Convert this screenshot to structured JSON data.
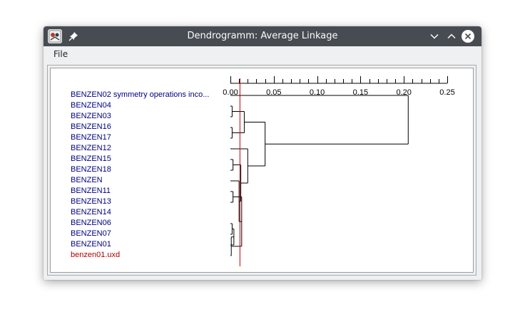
{
  "window": {
    "title": "Dendrogramm: Average Linkage",
    "icons": {
      "app": "app-logo-icon",
      "pin": "pin-icon",
      "minimize": "chevron-down-icon",
      "maximize": "chevron-up-icon",
      "close": "close-icon"
    }
  },
  "menu": {
    "file_label": "File"
  },
  "colors": {
    "titlebar": "#474c52",
    "label_blue": "#000080",
    "label_red": "#b00000",
    "cut_line": "#c00000",
    "tree_line": "#000000"
  },
  "chart_data": {
    "type": "dendrogram",
    "linkage": "Average Linkage",
    "axis": {
      "ticks": [
        0.0,
        0.05,
        0.1,
        0.15,
        0.2,
        0.25
      ],
      "tick_labels": [
        "0.00",
        "0.05",
        "0.10",
        "0.15",
        "0.20",
        "0.25"
      ],
      "minor_step": 0.01,
      "range": [
        0,
        0.25
      ]
    },
    "cut_height": 0.011,
    "leaves": [
      {
        "label": "BENZEN02 symmetry operations inco...",
        "highlight": false
      },
      {
        "label": "BENZEN04",
        "highlight": false
      },
      {
        "label": "BENZEN03",
        "highlight": false
      },
      {
        "label": "BENZEN16",
        "highlight": false
      },
      {
        "label": "BENZEN17",
        "highlight": false
      },
      {
        "label": "BENZEN12",
        "highlight": false
      },
      {
        "label": "BENZEN15",
        "highlight": false
      },
      {
        "label": "BENZEN18",
        "highlight": false
      },
      {
        "label": "BENZEN",
        "highlight": false
      },
      {
        "label": "BENZEN11",
        "highlight": false
      },
      {
        "label": "BENZEN13",
        "highlight": false
      },
      {
        "label": "BENZEN14",
        "highlight": false
      },
      {
        "label": "BENZEN06",
        "highlight": false
      },
      {
        "label": "BENZEN07",
        "highlight": false
      },
      {
        "label": "BENZEN01",
        "highlight": false
      },
      {
        "label": "benzen01.uxd",
        "highlight": true
      }
    ],
    "merges": [
      {
        "a": 1,
        "b": 2,
        "h": 0.002
      },
      {
        "a": 3,
        "b": 4,
        "h": 0.002
      },
      {
        "a": -1,
        "b": -2,
        "h": 0.016
      },
      {
        "a": 6,
        "b": 7,
        "h": 0.003
      },
      {
        "a": 9,
        "b": 10,
        "h": 0.003
      },
      {
        "a": 12,
        "b": 13,
        "h": 0.002
      },
      {
        "a": -6,
        "b": 14,
        "h": 0.004
      },
      {
        "a": -7,
        "b": 15,
        "h": 0.001
      },
      {
        "a": -5,
        "b": -8,
        "h": 0.013
      },
      {
        "a": 8,
        "b": -9,
        "h": 0.01
      },
      {
        "a": -4,
        "b": -10,
        "h": 0.012
      },
      {
        "a": 5,
        "b": -11,
        "h": 0.02
      },
      {
        "a": -3,
        "b": -12,
        "h": 0.04
      },
      {
        "a": 0,
        "b": -13,
        "h": 0.205
      }
    ]
  }
}
